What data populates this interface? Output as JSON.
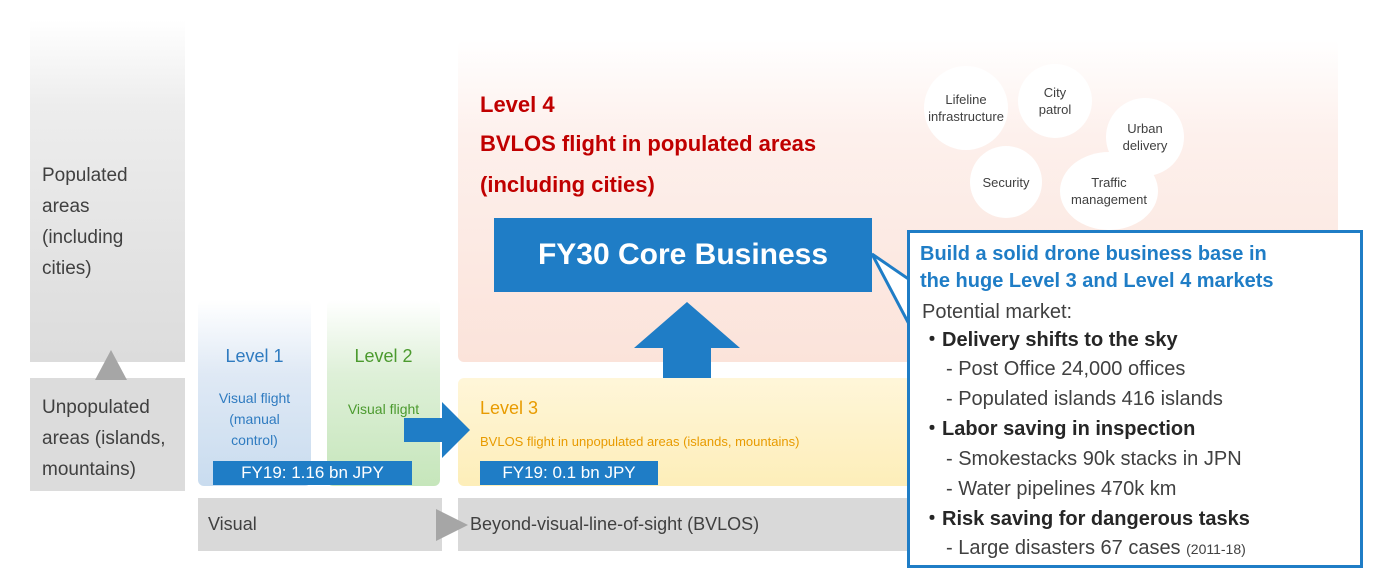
{
  "y_axis": {
    "top_label": [
      "Populated",
      "areas",
      "(including",
      "cities)"
    ],
    "bottom_label": [
      "Unpopulated",
      "areas (islands,",
      "mountains)"
    ]
  },
  "x_axis": {
    "left_label": "Visual",
    "right_label": "Beyond-visual-line-of-sight (BVLOS)"
  },
  "level1": {
    "title": "Level 1",
    "desc": [
      "Visual flight",
      "(manual",
      "control)"
    ],
    "market": "FY19: 1.16 bn JPY"
  },
  "level2": {
    "title": "Level 2",
    "desc": "Visual flight"
  },
  "level3": {
    "title": "Level 3",
    "desc": "BVLOS flight in unpopulated areas  (islands, mountains)",
    "market": "FY19: 0.1 bn JPY"
  },
  "level4": {
    "lines": [
      "Level 4",
      "BVLOS flight in populated areas",
      "(including cities)"
    ]
  },
  "core_business": "FY30 Core Business",
  "use_cases": {
    "lifeline": [
      "Lifeline",
      "infrastructure"
    ],
    "city_patrol": [
      "City",
      "patrol"
    ],
    "urban_delivery": [
      "Urban",
      "delivery"
    ],
    "security": "Security",
    "traffic": [
      "Traffic",
      "management"
    ]
  },
  "callout": {
    "heading": [
      "Build a solid drone business base in",
      "the huge Level 3 and Level 4 markets"
    ],
    "potential": "Potential market:",
    "bullet1": "・Delivery shifts to the sky",
    "b1_item1": "- Post Office   24,000 offices",
    "b1_item2": "- Populated islands   416 islands",
    "bullet2": "・Labor saving in inspection",
    "b2_item1": "- Smokestacks    90k stacks in JPN",
    "b2_item2": "- Water pipelines   470k km",
    "bullet3": "・Risk saving for dangerous tasks",
    "b3_item1": "- Large disasters  67 cases",
    "b3_item1_note": "(2011-18)"
  },
  "colors": {
    "accent_blue": "#1f7dc6",
    "level4_red": "#c00000",
    "level3_orange": "#f0a000"
  }
}
